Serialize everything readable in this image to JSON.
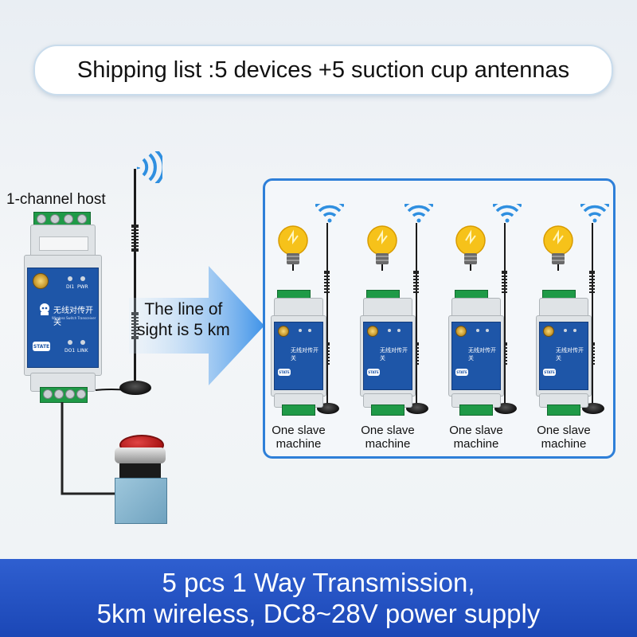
{
  "banner": {
    "text": "Shipping list :5 devices +5 suction cup antennas"
  },
  "host": {
    "label": "1-channel host",
    "panel_title": "无线对传开关",
    "panel_subtitle": "Wireless Switch Transceiver",
    "led_di1": "DI1",
    "led_pwr": "PWR",
    "led_do1": "DO1",
    "led_link": "LINK",
    "state_button": "STATE"
  },
  "arrow": {
    "line1": "The line of",
    "line2": "sight is 5 km"
  },
  "slaves": [
    {
      "label_line1": "One slave",
      "label_line2": "machine"
    },
    {
      "label_line1": "One slave",
      "label_line2": "machine"
    },
    {
      "label_line1": "One slave",
      "label_line2": "machine"
    },
    {
      "label_line1": "One slave",
      "label_line2": "machine"
    }
  ],
  "bottom": {
    "line1": "5 pcs 1 Way Transmission,",
    "line2": "5km wireless, DC8~28V power supply"
  },
  "colors": {
    "panel_blue": "#1e56a8",
    "terminal_green": "#1f9a47",
    "frame_blue": "#2e7fd8",
    "bar_blue": "#1b47b6",
    "bulb_yellow": "#f6c21a",
    "wifi_blue": "#2f8fe0"
  },
  "icons": [
    "wifi-signal-icon",
    "light-bulb-icon",
    "push-button-icon",
    "arrow-right-icon"
  ]
}
